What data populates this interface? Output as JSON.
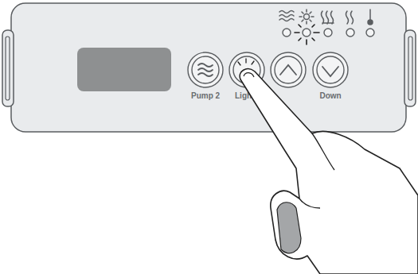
{
  "diagram": {
    "labels": [
      "Pump 2",
      "Ligh",
      "Down"
    ]
  }
}
